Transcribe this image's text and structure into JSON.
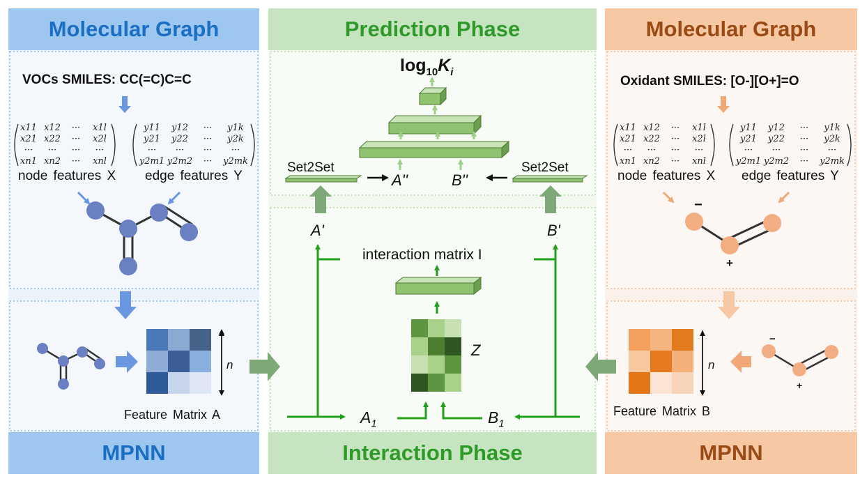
{
  "colors": {
    "blue_header_bg": "#9ec7ef",
    "blue_header_text": "#1a6fc4",
    "blue_panel_bg": "#edf3fb",
    "green_header_bg": "#c7e4c0",
    "green_header_text": "#2f9a2a",
    "green_panel_bg": "#f2f8ef",
    "orange_header_bg": "#f6c8a4",
    "orange_header_text": "#9a4a14",
    "orange_panel_bg": "#fcf1ea",
    "arrow_green": "#22a01c",
    "node_blue": "#6a80c2",
    "node_orange": "#f3ad82"
  },
  "left": {
    "header_top": "Molecular Graph",
    "header_bottom": "MPNN",
    "smiles_label": "VOCs SMILES: CC(=C)C=C",
    "node_features": "node features X",
    "edge_features": "edge features Y",
    "feature_matrix": "Feature Matrix A",
    "dim_label": "n"
  },
  "center": {
    "header_top": "Prediction Phase",
    "header_bottom": "Interaction Phase",
    "output_label": "log",
    "output_sub": "10",
    "output_var": "K",
    "output_var_sub": "i",
    "set2set_left": "Set2Set",
    "set2set_right": "Set2Set",
    "a_dd": "A''",
    "b_dd": "B''",
    "a_d": "A'",
    "b_d": "B'",
    "interaction_matrix": "interaction matrix I",
    "z_label": "Z",
    "a1": "A",
    "a1_sub": "1",
    "b1": "B",
    "b1_sub": "1"
  },
  "right": {
    "header_top": "Molecular Graph",
    "header_bottom": "MPNN",
    "smiles_label": "Oxidant SMILES: [O-][O+]=O",
    "node_features": "node features X",
    "edge_features": "edge features Y",
    "feature_matrix": "Feature Matrix B",
    "dim_label": "n",
    "minus": "−",
    "plus": "+"
  },
  "matrix_x": [
    [
      "x11",
      "x12",
      "···",
      "x1l"
    ],
    [
      "x21",
      "x22",
      "···",
      "x2l"
    ],
    [
      "···",
      "···",
      "···",
      "···"
    ],
    [
      "xn1",
      "xn2",
      "···",
      "xnl"
    ]
  ],
  "matrix_y": [
    [
      "y11",
      "y12",
      "···",
      "y1k"
    ],
    [
      "y21",
      "y22",
      "···",
      "y2k"
    ],
    [
      "···",
      "···",
      "···",
      "···"
    ],
    [
      "y2m1",
      "y2m2",
      "···",
      "y2mk"
    ]
  ]
}
